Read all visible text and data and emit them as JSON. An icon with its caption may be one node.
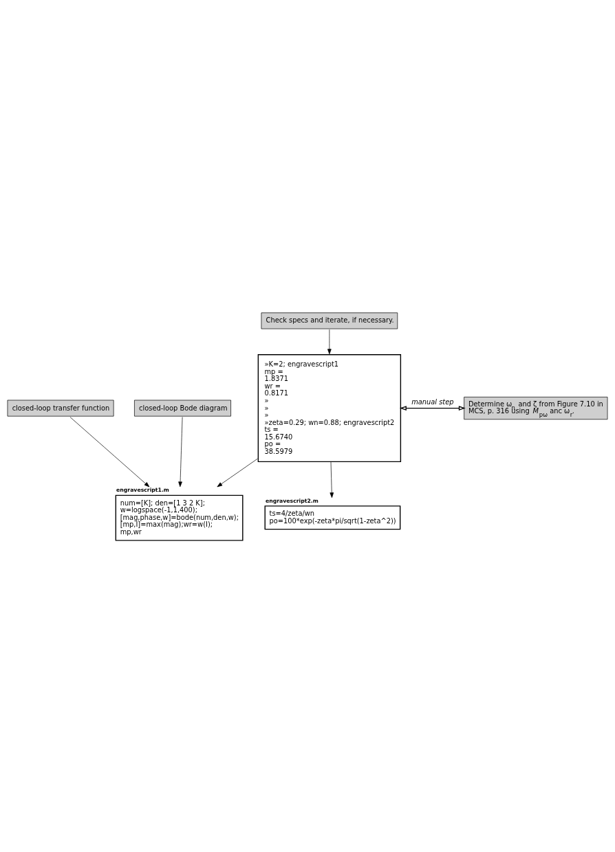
{
  "diagram": {
    "nodes": [
      {
        "text": [
          "engravescript1.m",
          "num=[K]; den=[1 3 2 K];",
          "w=logspace(-1,1,400);",
          "[mag,phase,w]=bode(num,den,w);",
          "[mp,I]=max(mag);wr=w(I);",
          "mp,wr"
        ]
      },
      {
        "text": [
          "closed-loop transfer function"
        ]
      },
      {
        "text": [
          "closed-loop Bode diagram"
        ]
      },
      {
        "text": [
          "»K=2; engravescript1",
          "mp =",
          "1.8371",
          "wr =",
          "0.8171",
          "»",
          "»",
          "»",
          "»zeta=0.29; wn=0.88; engravescript2",
          "ts =",
          "15.6740",
          "po =",
          "38.5979"
        ]
      },
      {
        "text": [
          "Determine ω$_{n}$ and ζ from Figure 7.10 in MCS, p. 316 using *M*$_{pω}$ anc ω$_{r}$."
        ]
      },
      {
        "text": [
          "engravescript2.m",
          "ts=4/zeta/wn",
          "po=100*exp(-zeta*pi/sqrt(1-zeta^2))"
        ]
      },
      {
        "text": [
          "Check specs and iterate, if necessary."
        ]
      }
    ],
    "edges": [
      {
        "from": 1,
        "to": 0,
        "arrow": "to"
      },
      {
        "from": 2,
        "to": 0,
        "arrow": "to"
      },
      {
        "from": 3,
        "to": 0,
        "arrow": "to"
      },
      {
        "from": 3,
        "to": 4,
        "arrow": "both",
        "label": "manual step"
      },
      {
        "from": 3,
        "to": 5,
        "arrow": "to"
      },
      {
        "from": 6,
        "to": 3,
        "arrow": "to"
      }
    ]
  }
}
